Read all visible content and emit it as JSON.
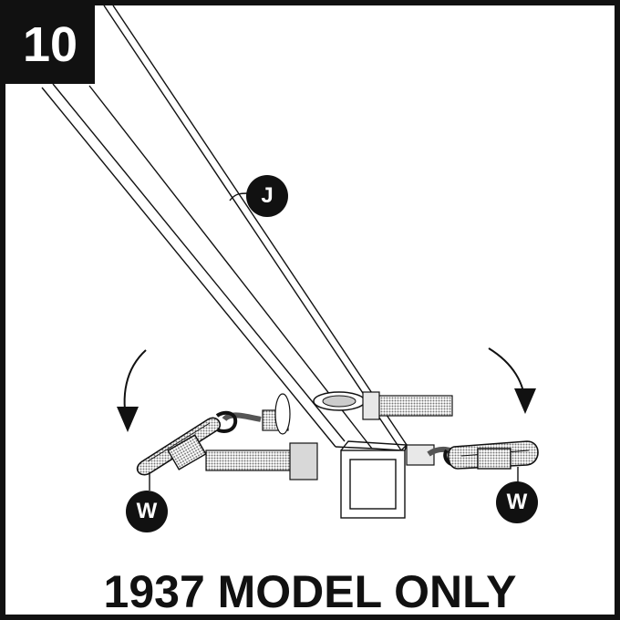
{
  "step": {
    "number": "10"
  },
  "callouts": {
    "tube_label": "J",
    "left_link_label": "W",
    "right_link_label": "W"
  },
  "caption": {
    "text": "1937 MODEL ONLY"
  },
  "colors": {
    "ink": "#111111",
    "background": "#ffffff",
    "halftone_gray": "#9a9a9a"
  },
  "icons": {
    "left_arrow": "curved-arrow-down-icon",
    "right_arrow": "curved-arrow-down-icon"
  }
}
